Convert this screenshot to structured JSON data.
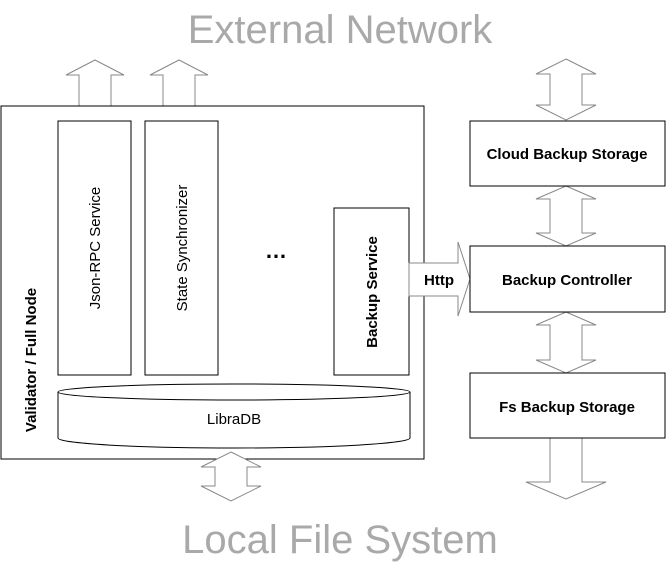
{
  "title_top": "External Network",
  "title_bottom": "Local File System",
  "node": {
    "label": "Validator / Full Node",
    "json_rpc": "Json-RPC Service",
    "state_sync": "State Synchronizer",
    "ellipsis": "…",
    "backup_service": "Backup Service",
    "libradb": "LibraDB"
  },
  "http_label": "Http",
  "right": {
    "cloud": "Cloud Backup Storage",
    "controller": "Backup Controller",
    "fs": "Fs Backup Storage"
  },
  "colors": {
    "title_gray": "#a9a9a9",
    "arrow_stroke": "#888888",
    "box_stroke": "#000000"
  }
}
